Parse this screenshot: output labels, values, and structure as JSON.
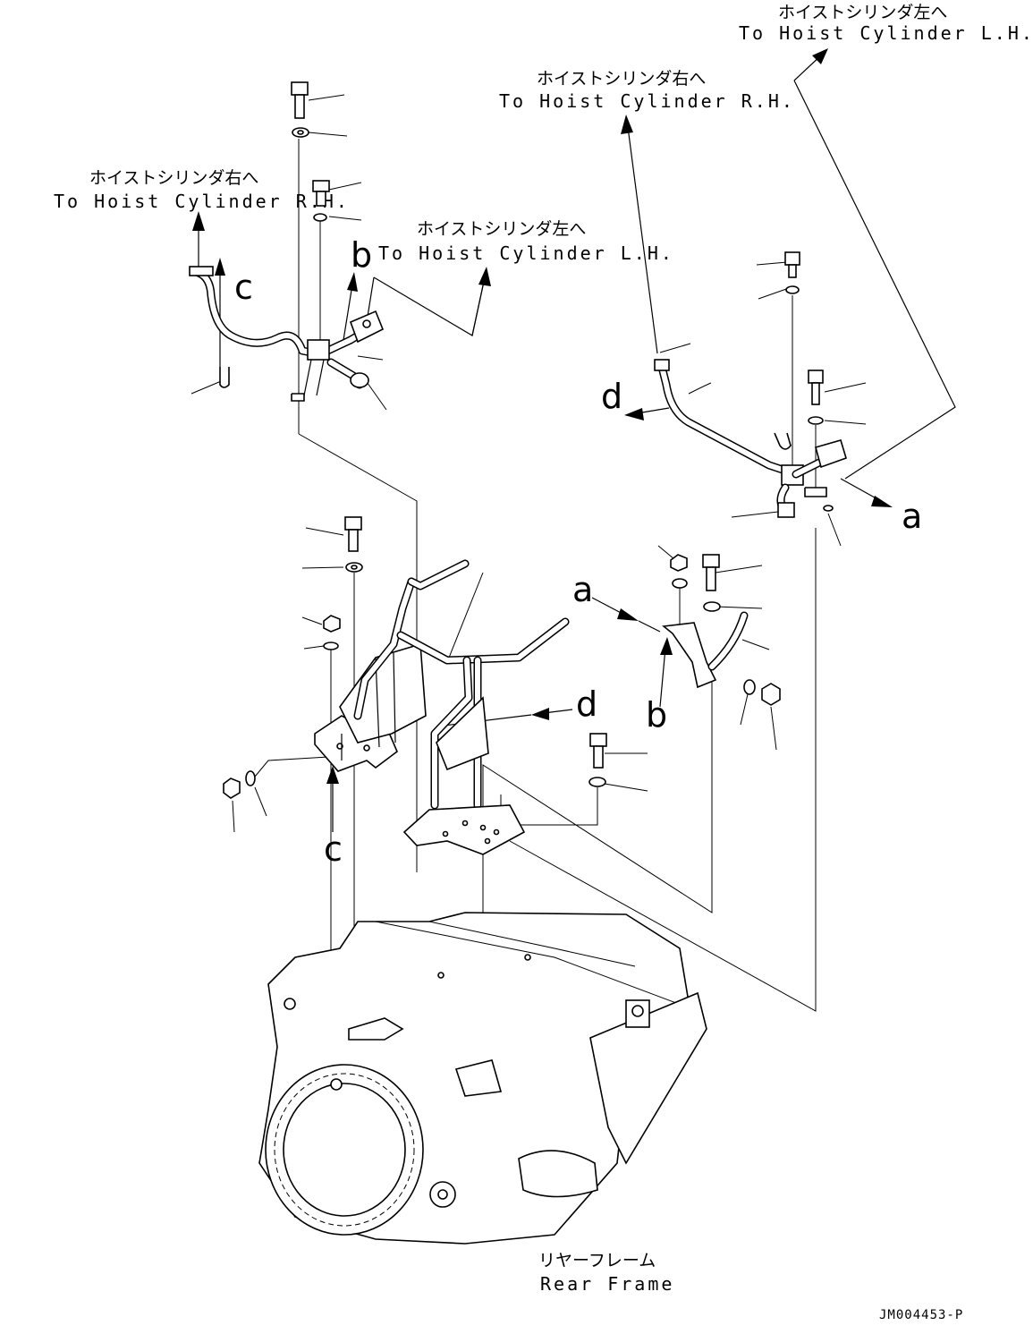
{
  "labels": {
    "top_right_jp": "ホイストシリンダ左へ",
    "top_right_en": "To Hoist Cylinder L.H.",
    "upper_mid_jp": "ホイストシリンダ右へ",
    "upper_mid_en": "To Hoist Cylinder R.H.",
    "left_jp": "ホイストシリンダ右へ",
    "left_en": "To Hoist Cylinder R.H.",
    "center_jp": "ホイストシリンダ左へ",
    "center_en": "To Hoist Cylinder L.H.",
    "frame_jp": "リヤーフレーム",
    "frame_en": "Rear Frame"
  },
  "callouts": {
    "a_right": "a",
    "a_mid": "a",
    "b_top": "b",
    "b_mid": "b",
    "c_top": "c",
    "c_bottom": "c",
    "d_right": "d",
    "d_mid": "d"
  },
  "drawing_code": "JM004453-P"
}
